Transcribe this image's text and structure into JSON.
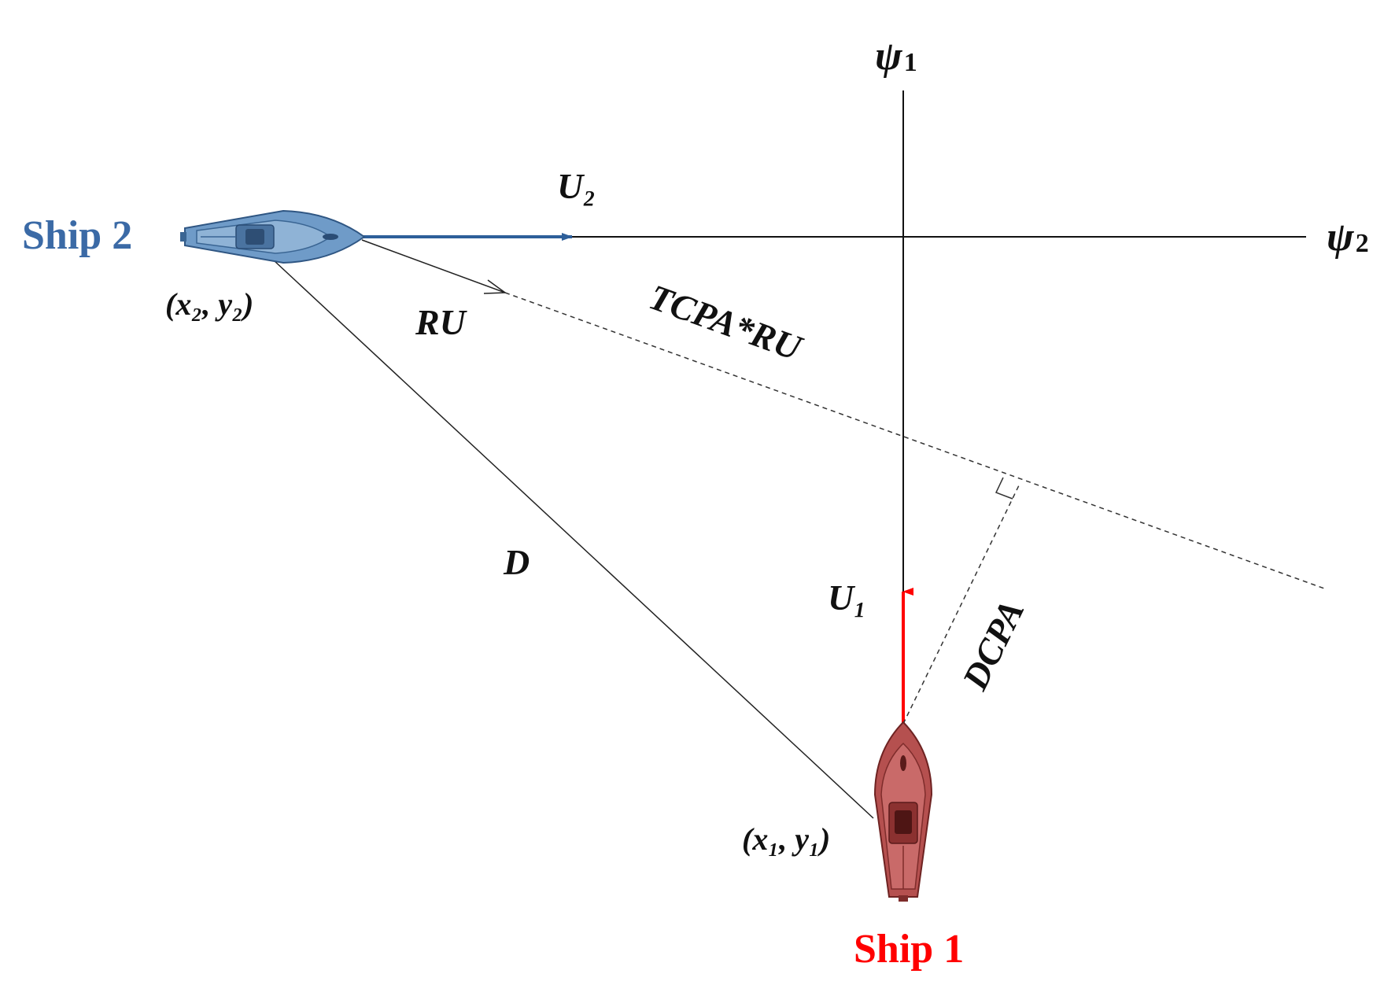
{
  "diagram": {
    "axes": {
      "psi1": {
        "symbol": "ψ",
        "subscript": "1"
      },
      "psi2": {
        "symbol": "ψ",
        "subscript": "2"
      }
    },
    "ship1": {
      "name": "Ship 1",
      "position_label": "(x₁, y₁)",
      "velocity_label": "U₁",
      "color": "#ff0000",
      "hull_color": "#b5504f"
    },
    "ship2": {
      "name": "Ship 2",
      "position_label": "(x₂, y₂)",
      "velocity_label": "U₂",
      "color": "#3b6aa6",
      "hull_color": "#6f9bc8"
    },
    "relative_velocity_label": "RU",
    "tcpa_label": "TCPA*RU",
    "distance_label": "D",
    "dcpa_label": "DCPA"
  }
}
